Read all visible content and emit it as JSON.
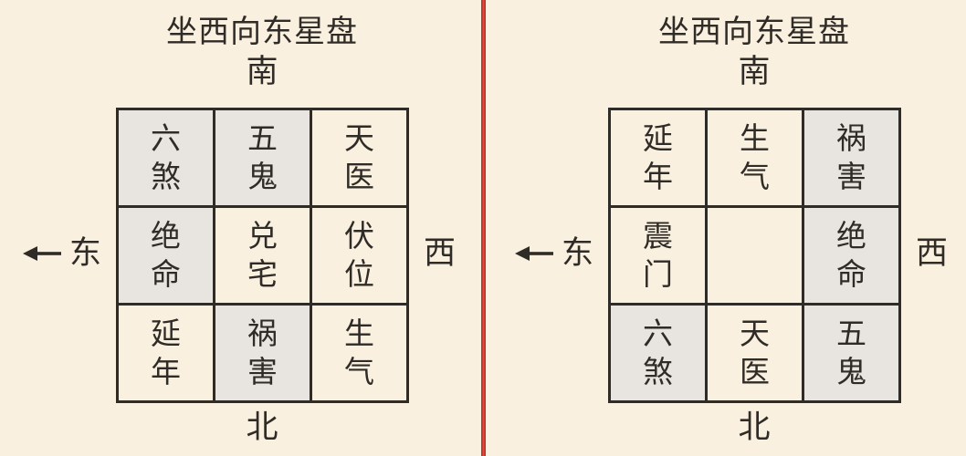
{
  "colors": {
    "background": "#faf0e0",
    "cell_plain": "#faf0e0",
    "cell_shaded": "#e8e5e0",
    "grid_line": "#2f2b26",
    "text": "#2f2b26",
    "divider_red": "#cf362c"
  },
  "panels": [
    {
      "title": "坐西向东星盘",
      "compass": {
        "south": "南",
        "north": "北",
        "east": "东",
        "west": "西"
      },
      "grid": {
        "rows": [
          [
            {
              "text": "六煞",
              "shaded": true
            },
            {
              "text": "五鬼",
              "shaded": true
            },
            {
              "text": "天医",
              "shaded": false
            }
          ],
          [
            {
              "text": "绝命",
              "shaded": true
            },
            {
              "text": "兑宅",
              "shaded": false
            },
            {
              "text": "伏位",
              "shaded": false
            }
          ],
          [
            {
              "text": "延年",
              "shaded": false
            },
            {
              "text": "祸害",
              "shaded": true
            },
            {
              "text": "生气",
              "shaded": false
            }
          ]
        ]
      }
    },
    {
      "title": "坐西向东星盘",
      "compass": {
        "south": "南",
        "north": "北",
        "east": "东",
        "west": "西"
      },
      "grid": {
        "rows": [
          [
            {
              "text": "延年",
              "shaded": false
            },
            {
              "text": "生气",
              "shaded": false
            },
            {
              "text": "祸害",
              "shaded": true
            }
          ],
          [
            {
              "text": "震门",
              "shaded": false
            },
            {
              "text": "",
              "shaded": false
            },
            {
              "text": "绝命",
              "shaded": true
            }
          ],
          [
            {
              "text": "六煞",
              "shaded": true
            },
            {
              "text": "天医",
              "shaded": false
            },
            {
              "text": "五鬼",
              "shaded": true
            }
          ]
        ]
      }
    }
  ]
}
